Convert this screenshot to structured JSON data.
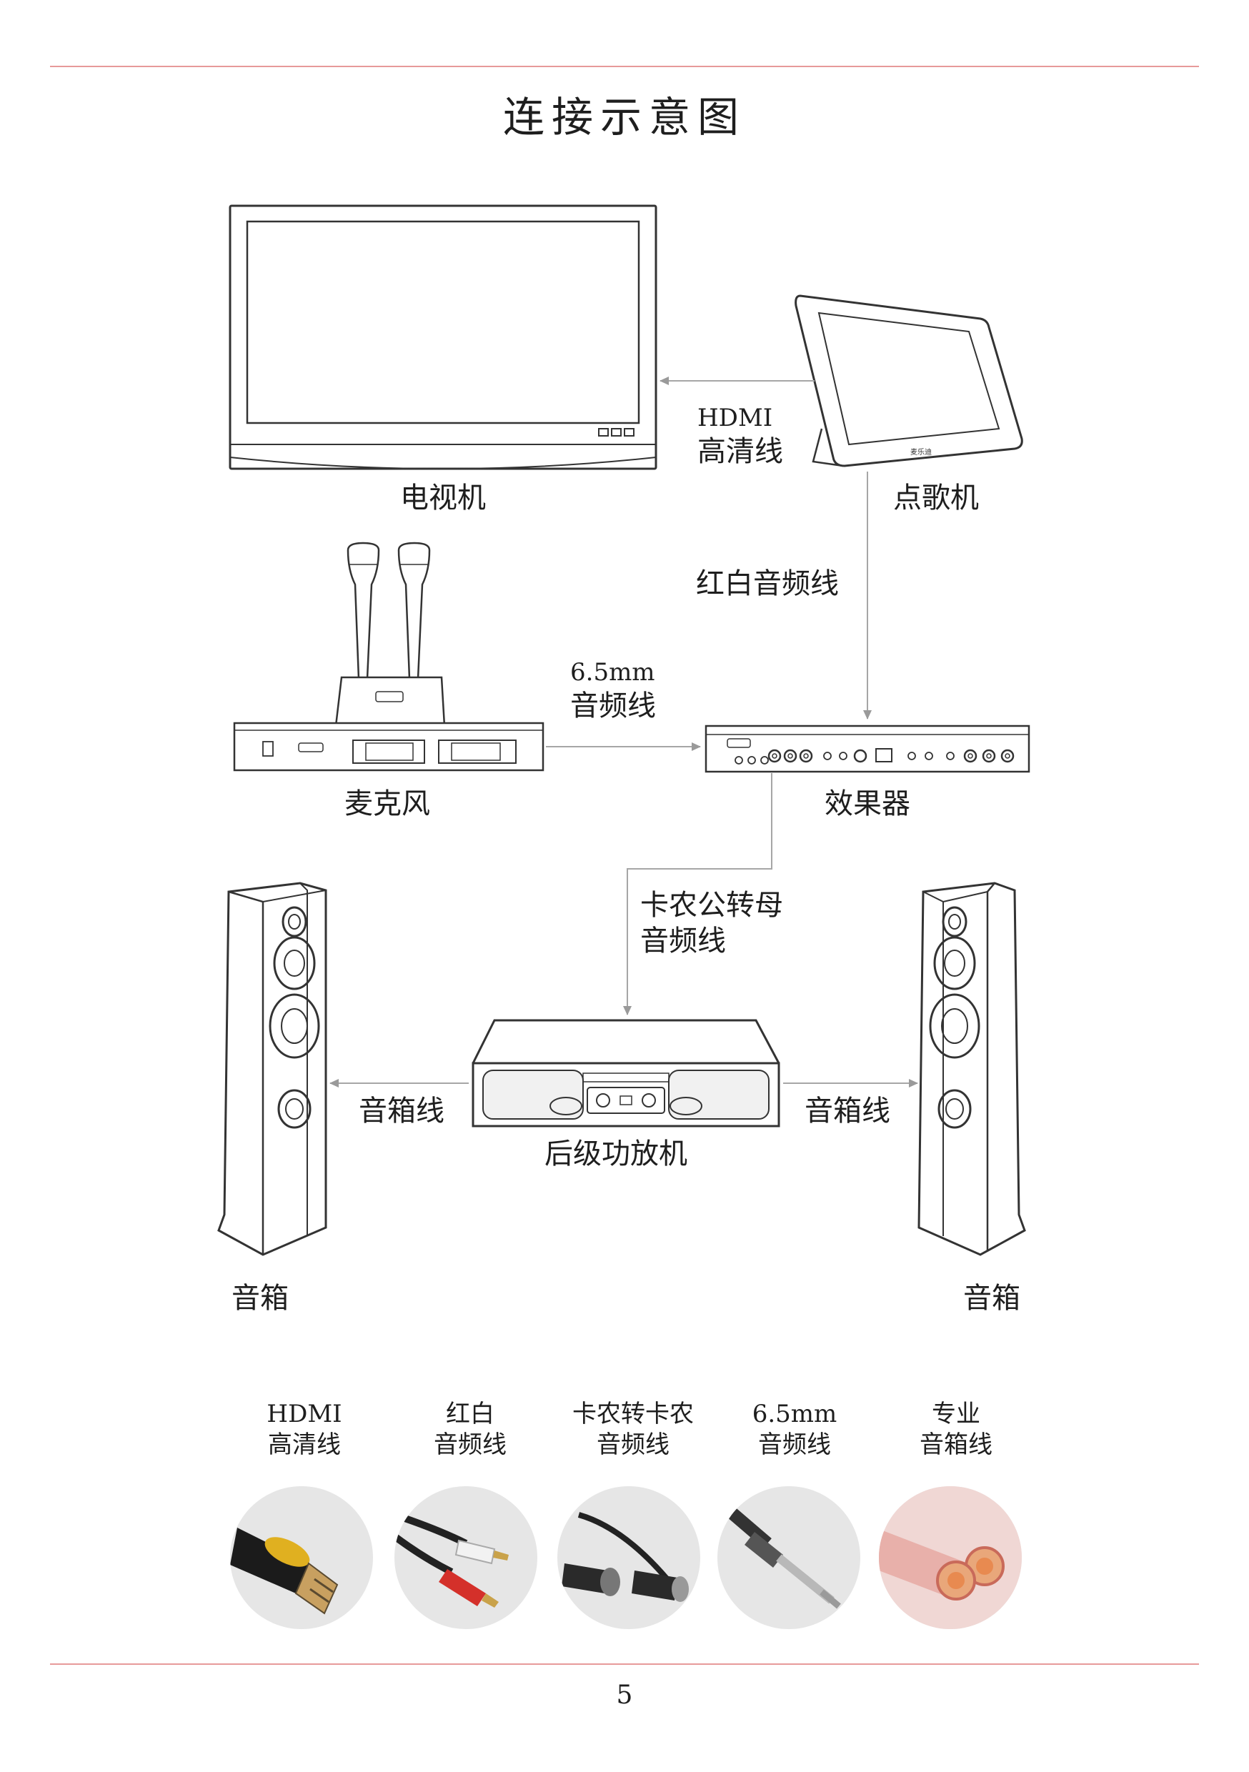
{
  "title": "连接示意图",
  "devices": {
    "tv": "电视机",
    "jukebox": "点歌机",
    "mic": "麦克风",
    "effector": "效果器",
    "amp": "后级功放机",
    "speaker_left": "音箱",
    "speaker_right": "音箱"
  },
  "connections": {
    "hdmi": {
      "line1": "HDMI",
      "line2": "高清线"
    },
    "rca": "红白音频线",
    "jack": {
      "line1": "6.5mm",
      "line2": "音频线"
    },
    "xlr": {
      "line1": "卡农公转母",
      "line2": "音频线"
    },
    "speaker_wire_left": "音箱线",
    "speaker_wire_right": "音箱线"
  },
  "cables": [
    {
      "line1": "HDMI",
      "line2": "高清线",
      "icon": "hdmi-cable-icon"
    },
    {
      "line1": "红白",
      "line2": "音频线",
      "icon": "rca-cable-icon"
    },
    {
      "line1": "卡农转卡农",
      "line2": "音频线",
      "icon": "xlr-cable-icon"
    },
    {
      "line1": "6.5mm",
      "line2": "音频线",
      "icon": "jack-cable-icon"
    },
    {
      "line1": "专业",
      "line2": "音箱线",
      "icon": "speaker-wire-icon"
    }
  ],
  "colors": {
    "rule": "#e79a9a",
    "line": "#a6a6a6",
    "hdmi_yellow": "#e0b020",
    "rca_red": "#d4302a"
  },
  "page_number": "5"
}
